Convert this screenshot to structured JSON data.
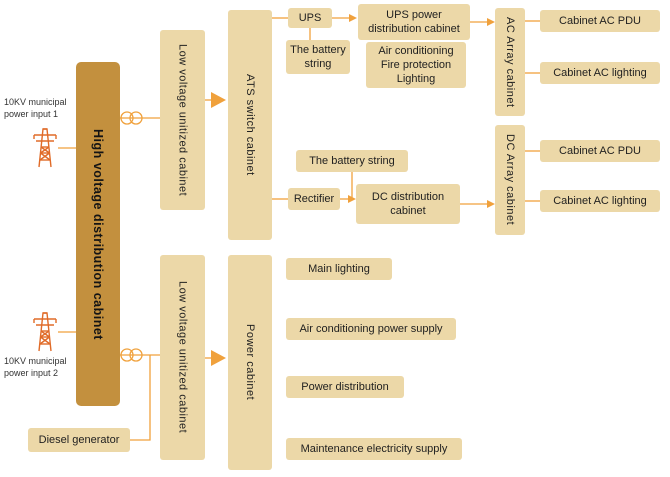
{
  "colors": {
    "box_bg": "#ecd8a8",
    "dark_box_bg": "#c3903e",
    "line": "#f0a13c",
    "tower_icon": "#e06b28",
    "text": "#1f1f1f"
  },
  "sources": {
    "input1": "10KV municipal\npower input 1",
    "input2": "10KV municipal\npower input 2",
    "diesel": "Diesel generator"
  },
  "cabinets": {
    "high_voltage": "High voltage distribution cabinet",
    "low_voltage_top": "Low voltage unitized cabinet",
    "low_voltage_bottom": "Low voltage unitized cabinet",
    "ats": "ATS switch cabinet",
    "power": "Power cabinet",
    "ac_array": "AC Array cabinet",
    "dc_array": "DC Array cabinet"
  },
  "ups_branch": {
    "ups": "UPS",
    "ups_pdc": "UPS power\ndistribution cabinet",
    "battery": "The battery\nstring",
    "loads": "Air conditioning\nFire protection\nLighting",
    "pdu": "Cabinet AC PDU",
    "lighting": "Cabinet AC lighting"
  },
  "dc_branch": {
    "battery": "The battery string",
    "rectifier": "Rectifier",
    "dc_dist": "DC distribution\ncabinet",
    "pdu": "Cabinet AC PDU",
    "lighting": "Cabinet AC lighting"
  },
  "power_branch": {
    "main_lighting": "Main lighting",
    "ac_supply": "Air conditioning power supply",
    "power_dist": "Power distribution",
    "maintenance": "Maintenance electricity supply"
  }
}
